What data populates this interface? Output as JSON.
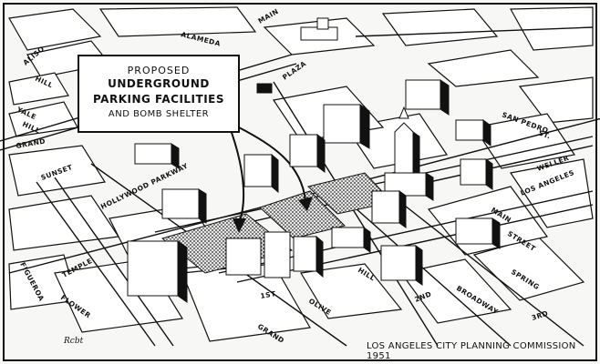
{
  "title": {
    "line1": "PROPOSED",
    "line2": "UNDERGROUND",
    "line3": "PARKING FACILITIES",
    "line4": "AND BOMB SHELTER"
  },
  "caption": "LOS ANGELES CITY PLANNING COMMISSION  1951",
  "signature": "Rcbt",
  "streets": {
    "alameda": "ALAMEDA",
    "main_top": "MAIN",
    "plaza": "PLAZA",
    "aliso": "ALISO",
    "hill_nw": "HILL",
    "yale": "YALE",
    "hill_west": "HILL",
    "grand": "GRAND",
    "sunset": "SUNSET",
    "hollywood_parkway": "HOLLYWOOD PARKWAY",
    "figueroa": "FIGUEROA",
    "temple": "TEMPLE",
    "flower": "FLOWER",
    "grand_bottom": "GRAND",
    "first": "1ST",
    "olive": "OLIVE",
    "hill_bottom": "HILL",
    "second": "2ND",
    "broadway": "BROADWAY",
    "spring": "SPRING",
    "third": "3RD",
    "main": "MAIN",
    "street": "STREET",
    "los_angeles": "LOS ANGELES",
    "weller": "WELLER",
    "san_pedro": "SAN PEDRO",
    "st": "ST."
  },
  "colors": {
    "ink": "#111111",
    "paper": "#f7f7f5",
    "shelter_fill": "#cfcfcf"
  }
}
